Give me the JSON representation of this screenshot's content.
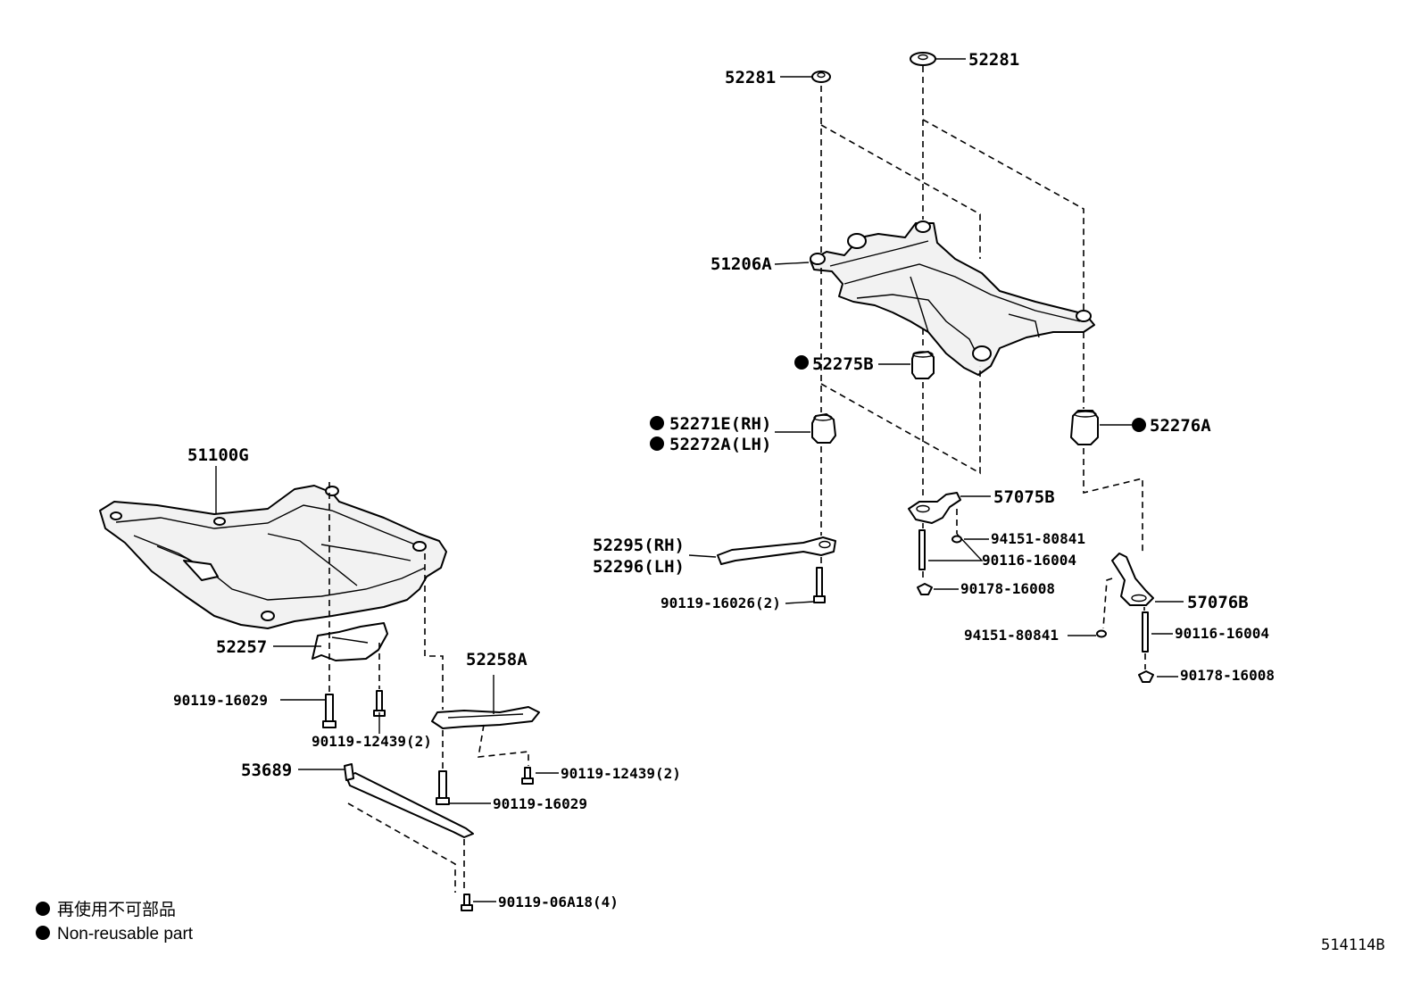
{
  "diagram": {
    "labels": {
      "p51100G": "51100G",
      "p52257": "52257",
      "p90119_16029_a": "90119-16029",
      "p90119_12439_a": "90119-12439(2)",
      "p52258A": "52258A",
      "p90119_12439_b": "90119-12439(2)",
      "p53689": "53689",
      "p90119_16029_b": "90119-16029",
      "p90119_06A18": "90119-06A18(4)",
      "p52281_a": "52281",
      "p52281_b": "52281",
      "p51206A": "51206A",
      "p52275B": "52275B",
      "p52271E": "52271E(RH)",
      "p52272A": "52272A(LH)",
      "p52276A": "52276A",
      "p57075B": "57075B",
      "p94151_80841_a": "94151-80841",
      "p90116_16004_a": "90116-16004",
      "p90178_16008_a": "90178-16008",
      "p52295": "52295(RH)",
      "p52296": "52296(LH)",
      "p90119_16026": "90119-16026(2)",
      "p57076B": "57076B",
      "p94151_80841_b": "94151-80841",
      "p90116_16004_b": "90116-16004",
      "p90178_16008_b": "90178-16008"
    },
    "legend": {
      "line_jp": "再使用不可部品",
      "line_en": "Non-reusable part"
    },
    "reference": "514114B"
  },
  "colors": {
    "ink": "#000000",
    "background": "#ffffff"
  },
  "icons": {
    "non_reusable_marker": "filled-circle"
  }
}
